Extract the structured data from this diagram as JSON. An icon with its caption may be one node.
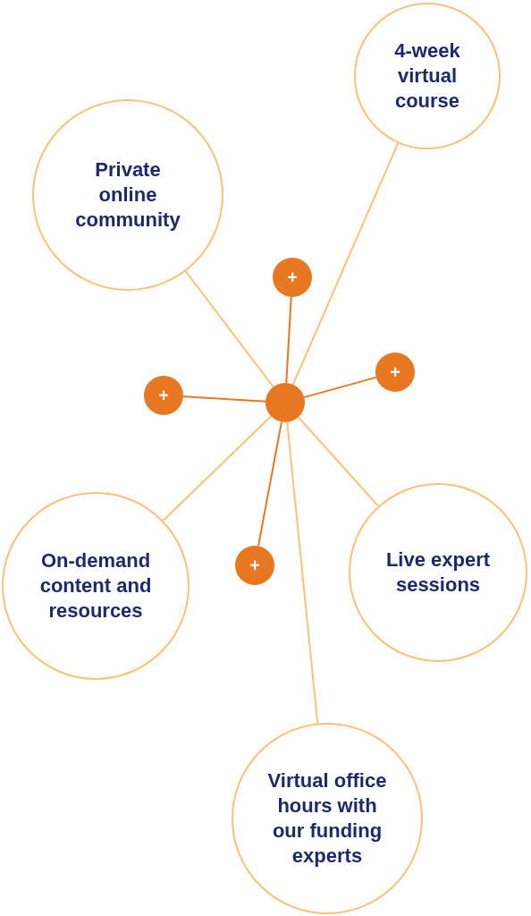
{
  "diagram": {
    "nodes": [
      {
        "text": [
          "4-week virtual course"
        ]
      },
      {
        "text": [
          "Private online community"
        ]
      },
      {
        "text": [
          "+"
        ]
      },
      {
        "text": [
          "+"
        ]
      },
      {
        "text": [
          "+"
        ]
      },
      {
        "text": [],
        "shape": "circle"
      },
      {
        "text": [
          "+"
        ]
      },
      {
        "text": [
          "Live expert sessions"
        ]
      },
      {
        "text": [
          "On-demand content and resources"
        ]
      },
      {
        "text": [
          "Virtual office hours with our funding experts"
        ]
      }
    ],
    "edges": [
      {
        "from": 5,
        "to": 0,
        "arrow": "none"
      },
      {
        "from": 5,
        "to": 1,
        "arrow": "none"
      },
      {
        "from": 5,
        "to": 2,
        "arrow": "none",
        "color": "#e87722"
      },
      {
        "from": 5,
        "to": 3,
        "arrow": "none",
        "color": "#e87722"
      },
      {
        "from": 5,
        "to": 4,
        "arrow": "none",
        "color": "#e87722"
      },
      {
        "from": 5,
        "to": 6,
        "arrow": "none",
        "color": "#e87722"
      },
      {
        "from": 5,
        "to": 7,
        "arrow": "none"
      },
      {
        "from": 5,
        "to": 8,
        "arrow": "none"
      },
      {
        "from": 5,
        "to": 9,
        "arrow": "none"
      }
    ]
  }
}
